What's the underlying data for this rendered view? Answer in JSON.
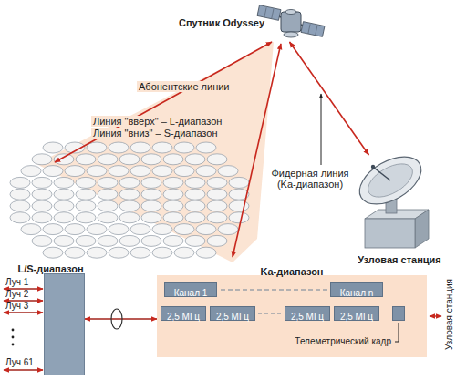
{
  "diagram": {
    "nodes": [
      {
        "text": [
          "Спутник Odyssey"
        ]
      },
      {
        "text": [
          "Узловая станция"
        ]
      },
      {
        "text": [
          "L/S-диапазон"
        ]
      },
      {
        "text": [
          "Ka-диапазон"
        ]
      },
      {
        "text": [
          "Канал 1"
        ],
        "in": 3
      },
      {
        "text": [
          "Канал n"
        ],
        "in": 3
      },
      {
        "text": [
          "2,5 МГц"
        ],
        "in": 3
      },
      {
        "text": [
          "2,5 МГц"
        ],
        "in": 3
      },
      {
        "text": [
          "2,5 МГц"
        ],
        "in": 3
      },
      {
        "text": [
          "2,5 МГц"
        ],
        "in": 3
      },
      {
        "text": [
          "Телеметрический кадр"
        ],
        "in": 3
      }
    ],
    "edges": [
      {
        "from": 0,
        "to": 1,
        "arrow": "both"
      },
      {
        "from": 2,
        "to": 3,
        "arrow": "both"
      }
    ],
    "labels": [
      "Абонентские линии",
      "Линия \"вверх\" – L-диапазон",
      "Линия \"вниз\" – S-диапазон",
      "Фидерная линия (Ka-диапазон)",
      "Луч 1",
      "Луч 2",
      "Луч 3",
      "Луч 61",
      "Узловая станция"
    ]
  }
}
